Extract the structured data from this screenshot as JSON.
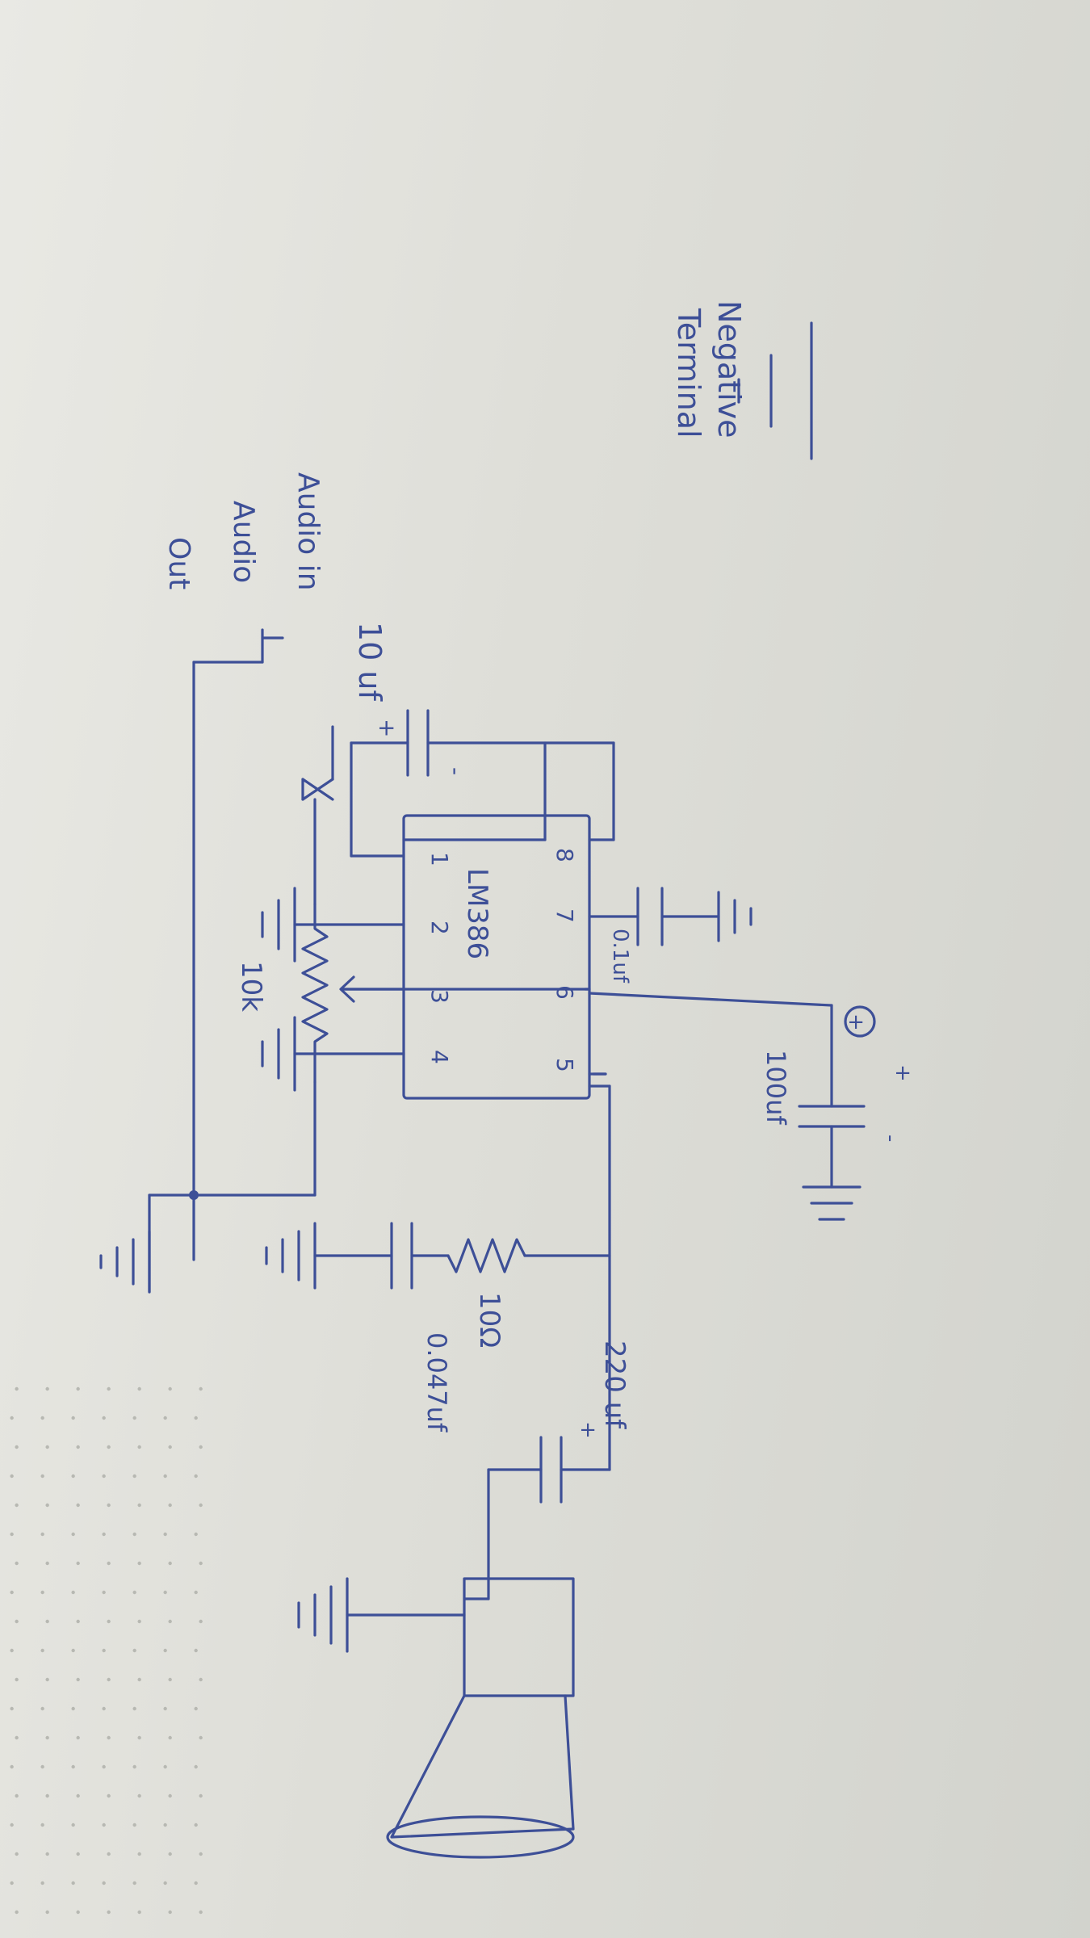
{
  "labels": {
    "negative": "Negative",
    "terminal": "Terminal",
    "audio_in": "Audio in",
    "audio_out_1": "Audio",
    "audio_out_2": "Out",
    "c_10uf": "10 uf",
    "c_10uf_plus": "+",
    "c_10uf_minus": "-",
    "ic_name": "LM386",
    "pins_top": [
      "8",
      "7",
      "6",
      "5"
    ],
    "pins_bottom": [
      "1",
      "2",
      "3",
      "4"
    ],
    "c_01uf": "0.1uf",
    "supply_plus": "+",
    "c_100uf": "100uf",
    "c_100uf_plus": "+",
    "c_100uf_minus": "-",
    "pot_10k": "10k",
    "r_10ohm": "10Ω",
    "c_0047uf": "0.047uf",
    "c_220uf": "220 uf",
    "c_220uf_plus": "+",
    "c_220uf_minus": "-"
  },
  "colors": {
    "ink": "#3d4f97",
    "paper": "#e3e3de"
  }
}
